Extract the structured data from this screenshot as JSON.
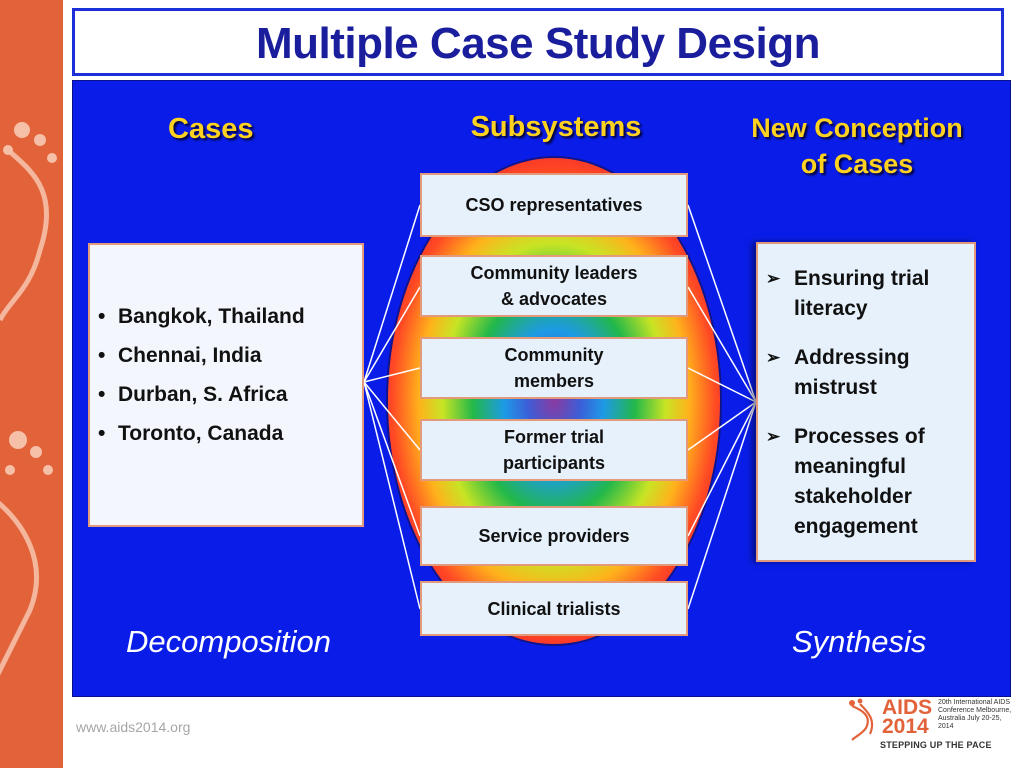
{
  "slide": {
    "title": "Multiple Case Study Design",
    "headings": {
      "cases": "Cases",
      "subsystems": "Subsystems",
      "new_conception_line1": "New Conception",
      "new_conception_line2": "of Cases"
    },
    "cases": [
      "Bangkok, Thailand",
      "Chennai, India",
      "Durban, S. Africa",
      "Toronto, Canada"
    ],
    "subsystems": [
      {
        "line1": "CSO representatives",
        "line2": ""
      },
      {
        "line1": "Community leaders",
        "line2": "& advocates"
      },
      {
        "line1": "Community",
        "line2": "members"
      },
      {
        "line1": "Former trial",
        "line2": "participants"
      },
      {
        "line1": "Service providers",
        "line2": ""
      },
      {
        "line1": "Clinical trialists",
        "line2": ""
      }
    ],
    "new_conception": [
      "Ensuring trial literacy",
      "Addressing mistrust",
      "Processes of meaningful stakeholder engagement"
    ],
    "bullet_char": "•",
    "arrow_char": "➢",
    "left_label": "Decomposition",
    "right_label": "Synthesis"
  },
  "footer": {
    "url": "www.aids2014.org",
    "logo": {
      "name": "AIDS",
      "year": "2014",
      "small_text": "20th International AIDS Conference Melbourne, Australia July 20-25, 2014",
      "tagline": "STEPPING UP THE PACE"
    }
  },
  "colors": {
    "panel": "#0a1de8",
    "heading": "#ffd21f",
    "title": "#1a1e9c",
    "accent_orange": "#e2623a"
  }
}
